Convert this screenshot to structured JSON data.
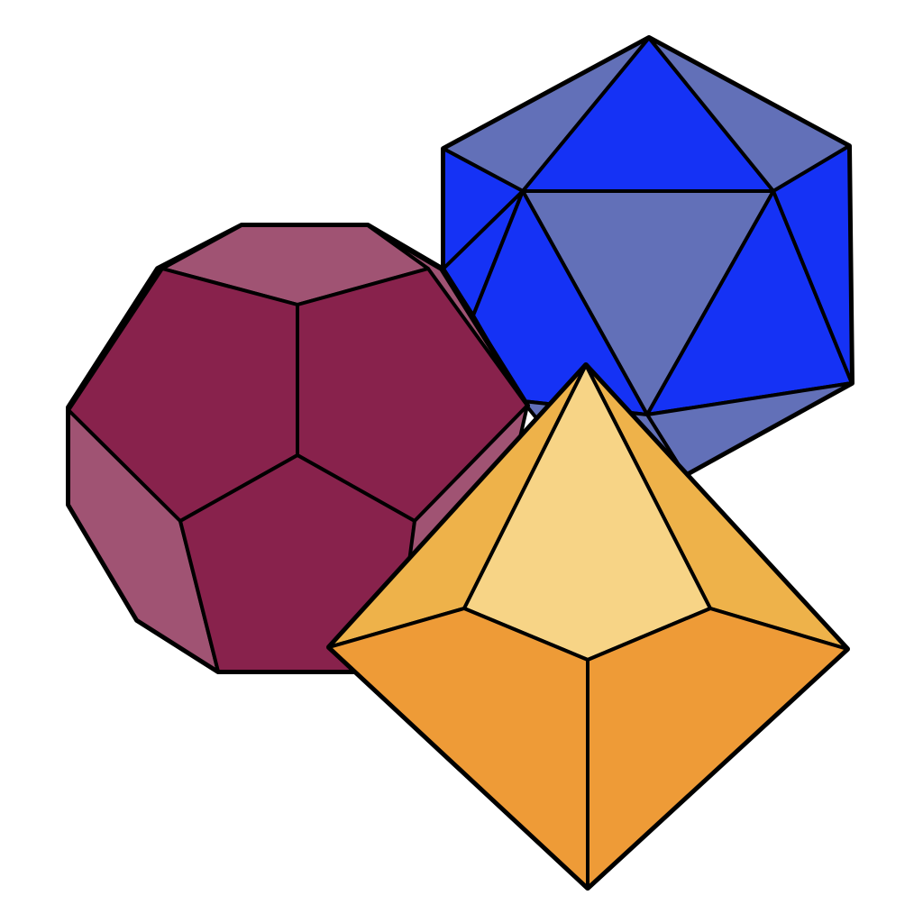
{
  "colors": {
    "background": "#ffffff",
    "outline": "#000000",
    "dodecahedron_front": "#88224c",
    "dodecahedron_side": "#a05373",
    "icosahedron_bright": "#1532f5",
    "icosahedron_muted": "#6270b8",
    "octahedron_top_face": "#f7d486",
    "octahedron_upper_side": "#eeb24a",
    "octahedron_lower_face": "#ee9b37"
  },
  "shapes": [
    {
      "name": "icosahedron",
      "faces": 12
    },
    {
      "name": "dodecahedron",
      "faces": 12
    },
    {
      "name": "octahedron",
      "faces": 8
    }
  ]
}
